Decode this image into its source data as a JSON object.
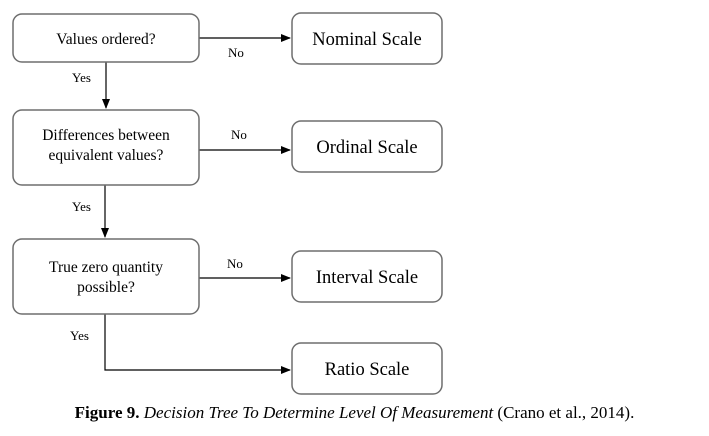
{
  "diagram": {
    "nodes": {
      "q1": {
        "lines": [
          "Values ordered?"
        ]
      },
      "q2": {
        "lines": [
          "Differences between",
          "equivalent values?"
        ]
      },
      "q3": {
        "lines": [
          "True zero quantity",
          "possible?"
        ]
      },
      "nominal": {
        "label": "Nominal Scale"
      },
      "ordinal": {
        "label": "Ordinal Scale"
      },
      "interval": {
        "label": "Interval Scale"
      },
      "ratio": {
        "label": "Ratio Scale"
      }
    },
    "edges": {
      "q1_no": {
        "from": "q1",
        "to": "nominal",
        "label": "No"
      },
      "q1_yes": {
        "from": "q1",
        "to": "q2",
        "label": "Yes"
      },
      "q2_no": {
        "from": "q2",
        "to": "ordinal",
        "label": "No"
      },
      "q2_yes": {
        "from": "q2",
        "to": "q3",
        "label": "Yes"
      },
      "q3_no": {
        "from": "q3",
        "to": "interval",
        "label": "No"
      },
      "q3_yes": {
        "from": "q3",
        "to": "ratio",
        "label": "Yes"
      }
    }
  },
  "caption": {
    "label": "Figure 9.",
    "title": "Decision Tree To Determine Level Of Measurement",
    "source": "(Crano et al., 2014)."
  }
}
